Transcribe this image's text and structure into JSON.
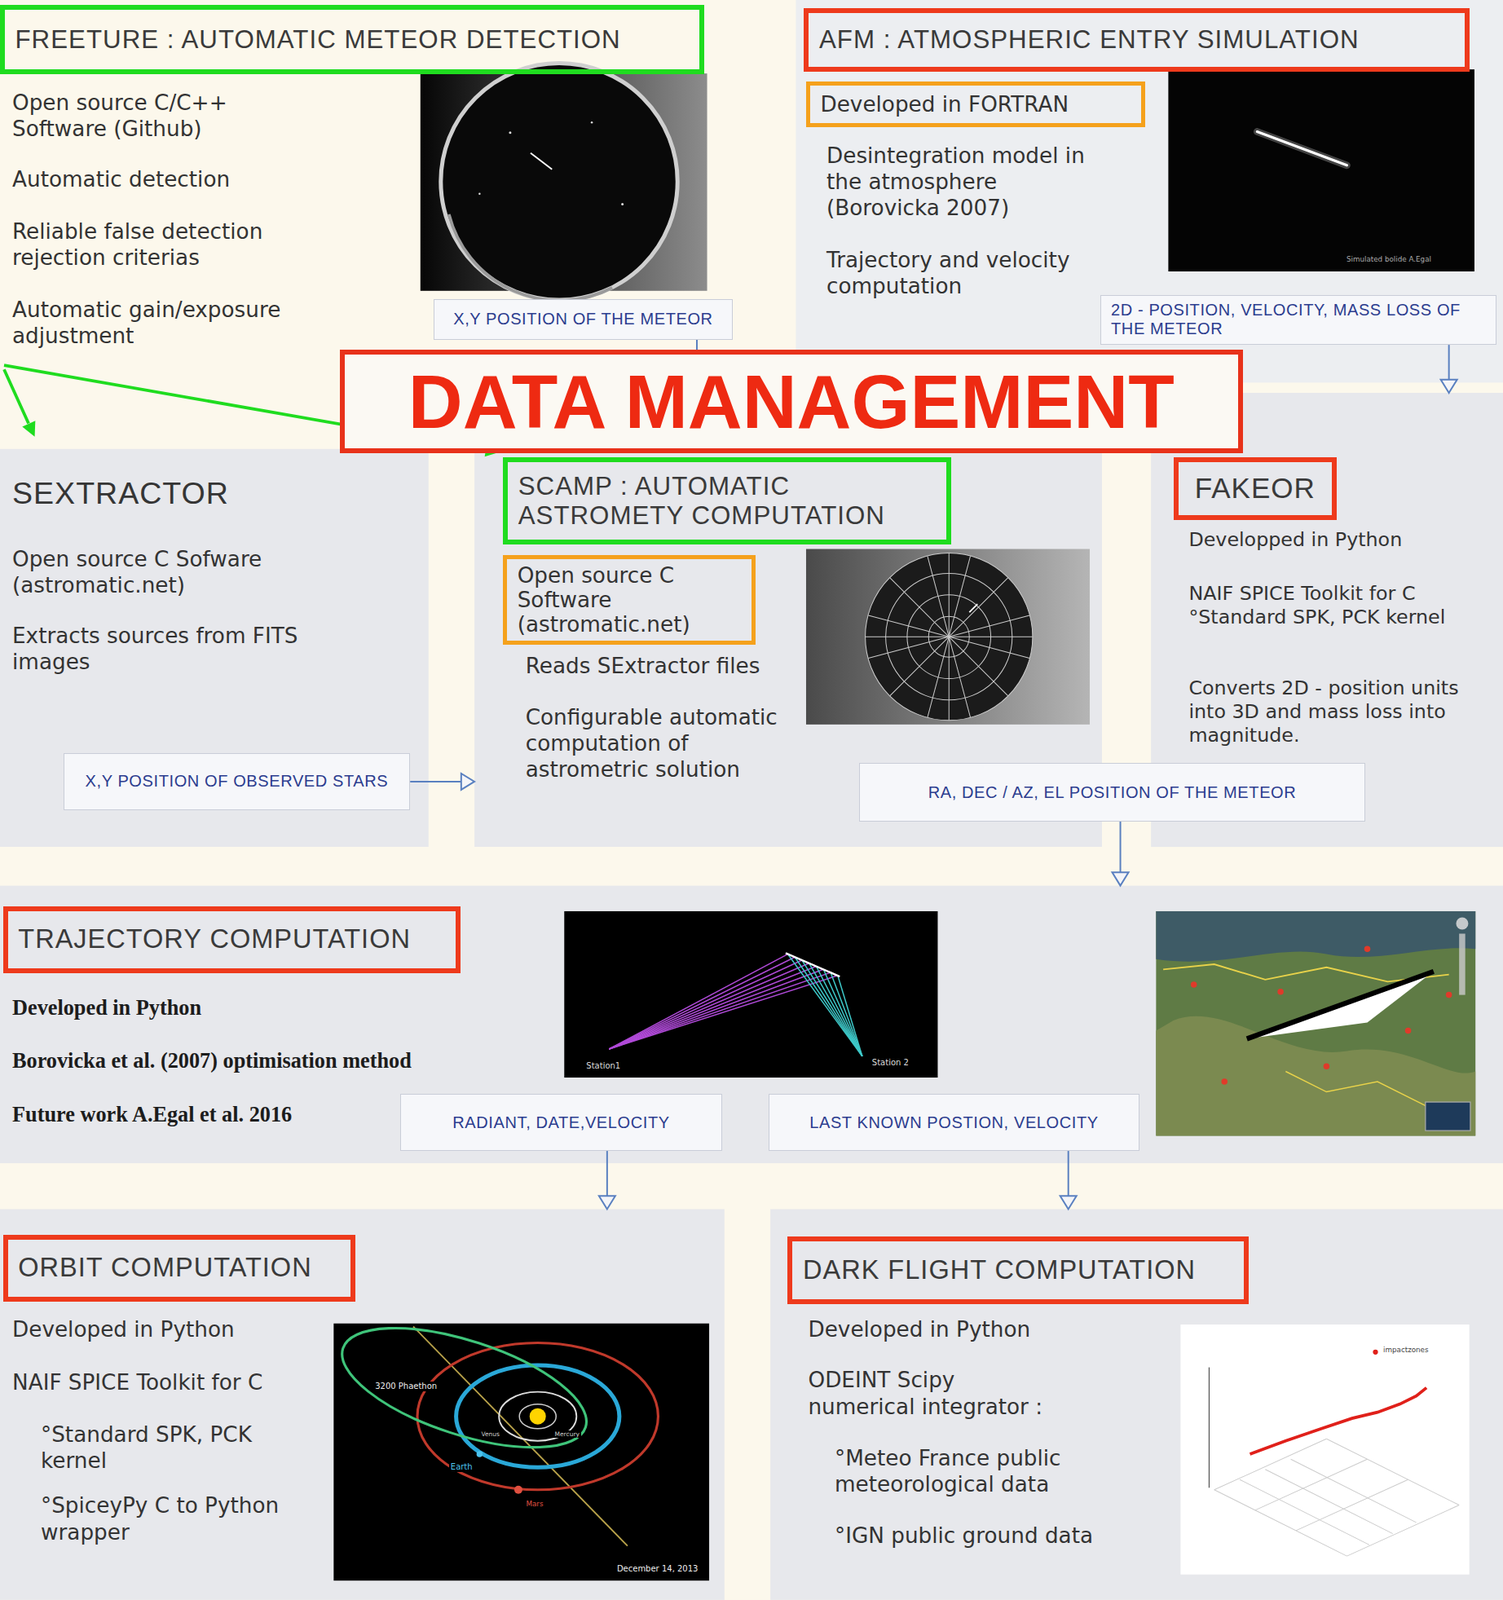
{
  "diagram": {
    "nodes": [
      {
        "text": [
          "FREETURE : AUTOMATIC METEOR DETECTION"
        ]
      },
      {
        "text": [
          "Desintegration model in the atmosphere (Borovicka 2007)",
          "Trajectory and velocity computation"
        ]
      },
      {
        "text": [
          "AFM : ATMOSPHERIC ENTRY SIMULATION"
        ],
        "in": 1
      },
      {
        "text": [
          "Developed in FORTRAN"
        ],
        "in": 1
      },
      {
        "text": [
          "X,Y POSITION OF THE METEOR"
        ]
      },
      {
        "text": [
          "2D - POSITION, VELOCITY, MASS LOSS OF THE METEOR"
        ],
        "in": 1
      },
      {
        "text": [
          "DATA MANAGEMENT"
        ]
      },
      {
        "text": [
          "SEXTRACTOR",
          "Open source C Sofware (astromatic.net)",
          "Extracts sources from FITS images"
        ]
      },
      {
        "text": [
          "X,Y POSITION OF OBSERVED STARS"
        ],
        "in": 7
      },
      {
        "text": [
          "Reads SExtractor files",
          "Configurable automatic computation of astrometric solution"
        ]
      },
      {
        "text": [
          "SCAMP : AUTOMATIC ASTROMETY COMPUTATION"
        ],
        "in": 9
      },
      {
        "text": [
          "Open source C Software (astromatic.net)"
        ],
        "in": 9
      },
      {
        "text": [
          "Developped in Python",
          "NAIF SPICE Toolkit for C °Standard SPK, PCK kernel",
          "Converts 2D - position units into 3D and mass loss into magnitude."
        ]
      },
      {
        "text": [
          "FAKEOR"
        ],
        "in": 12
      },
      {
        "text": [
          "RA, DEC / AZ, EL POSITION OF THE METEOR"
        ]
      },
      {
        "text": [
          "Developed in Python",
          "Borovicka et al. (2007) optimisation method",
          "Future work A.Egal et al. 2016"
        ]
      },
      {
        "text": [
          "TRAJECTORY COMPUTATION"
        ],
        "in": 15
      },
      {
        "text": [
          "RADIANT, DATE,VELOCITY"
        ],
        "in": 15
      },
      {
        "text": [
          "LAST KNOWN POSTION, VELOCITY"
        ],
        "in": 15
      },
      {
        "text": [
          "Developed in Python",
          "NAIF SPICE Toolkit for C",
          "°Standard SPK, PCK kernel",
          "°SpiceyPy C to Python wrapper"
        ]
      },
      {
        "text": [
          "ORBIT COMPUTATION"
        ],
        "in": 19
      },
      {
        "text": [
          "Developed in Python",
          "ODEINT Scipy numerical integrator :",
          "°Meteo France public meteorological data",
          "°IGN public ground data"
        ]
      },
      {
        "text": [
          "DARK FLIGHT COMPUTATION"
        ],
        "in": 21
      }
    ],
    "edges": [
      {
        "from": 4,
        "to": 9,
        "arrow": "to"
      },
      {
        "from": 5,
        "to": 12,
        "arrow": "to"
      },
      {
        "from": 8,
        "to": 9,
        "arrow": "to"
      },
      {
        "from": 14,
        "to": 15,
        "arrow": "to"
      },
      {
        "from": 17,
        "to": 19,
        "arrow": "to"
      },
      {
        "from": 18,
        "to": 21,
        "arrow": "to"
      }
    ],
    "labels": [
      "Open source C/C++ Software (Github)",
      "Automatic detection",
      "Reliable false detection rejection criterias",
      "Automatic gain/exposure adjustment",
      "Simulated bolide A.Egal",
      "Station1",
      "Station 2",
      "3200 Phaethon",
      "Venus",
      "Mercury",
      "Earth",
      "Mars",
      "December 14, 2013",
      "impactzones"
    ]
  }
}
